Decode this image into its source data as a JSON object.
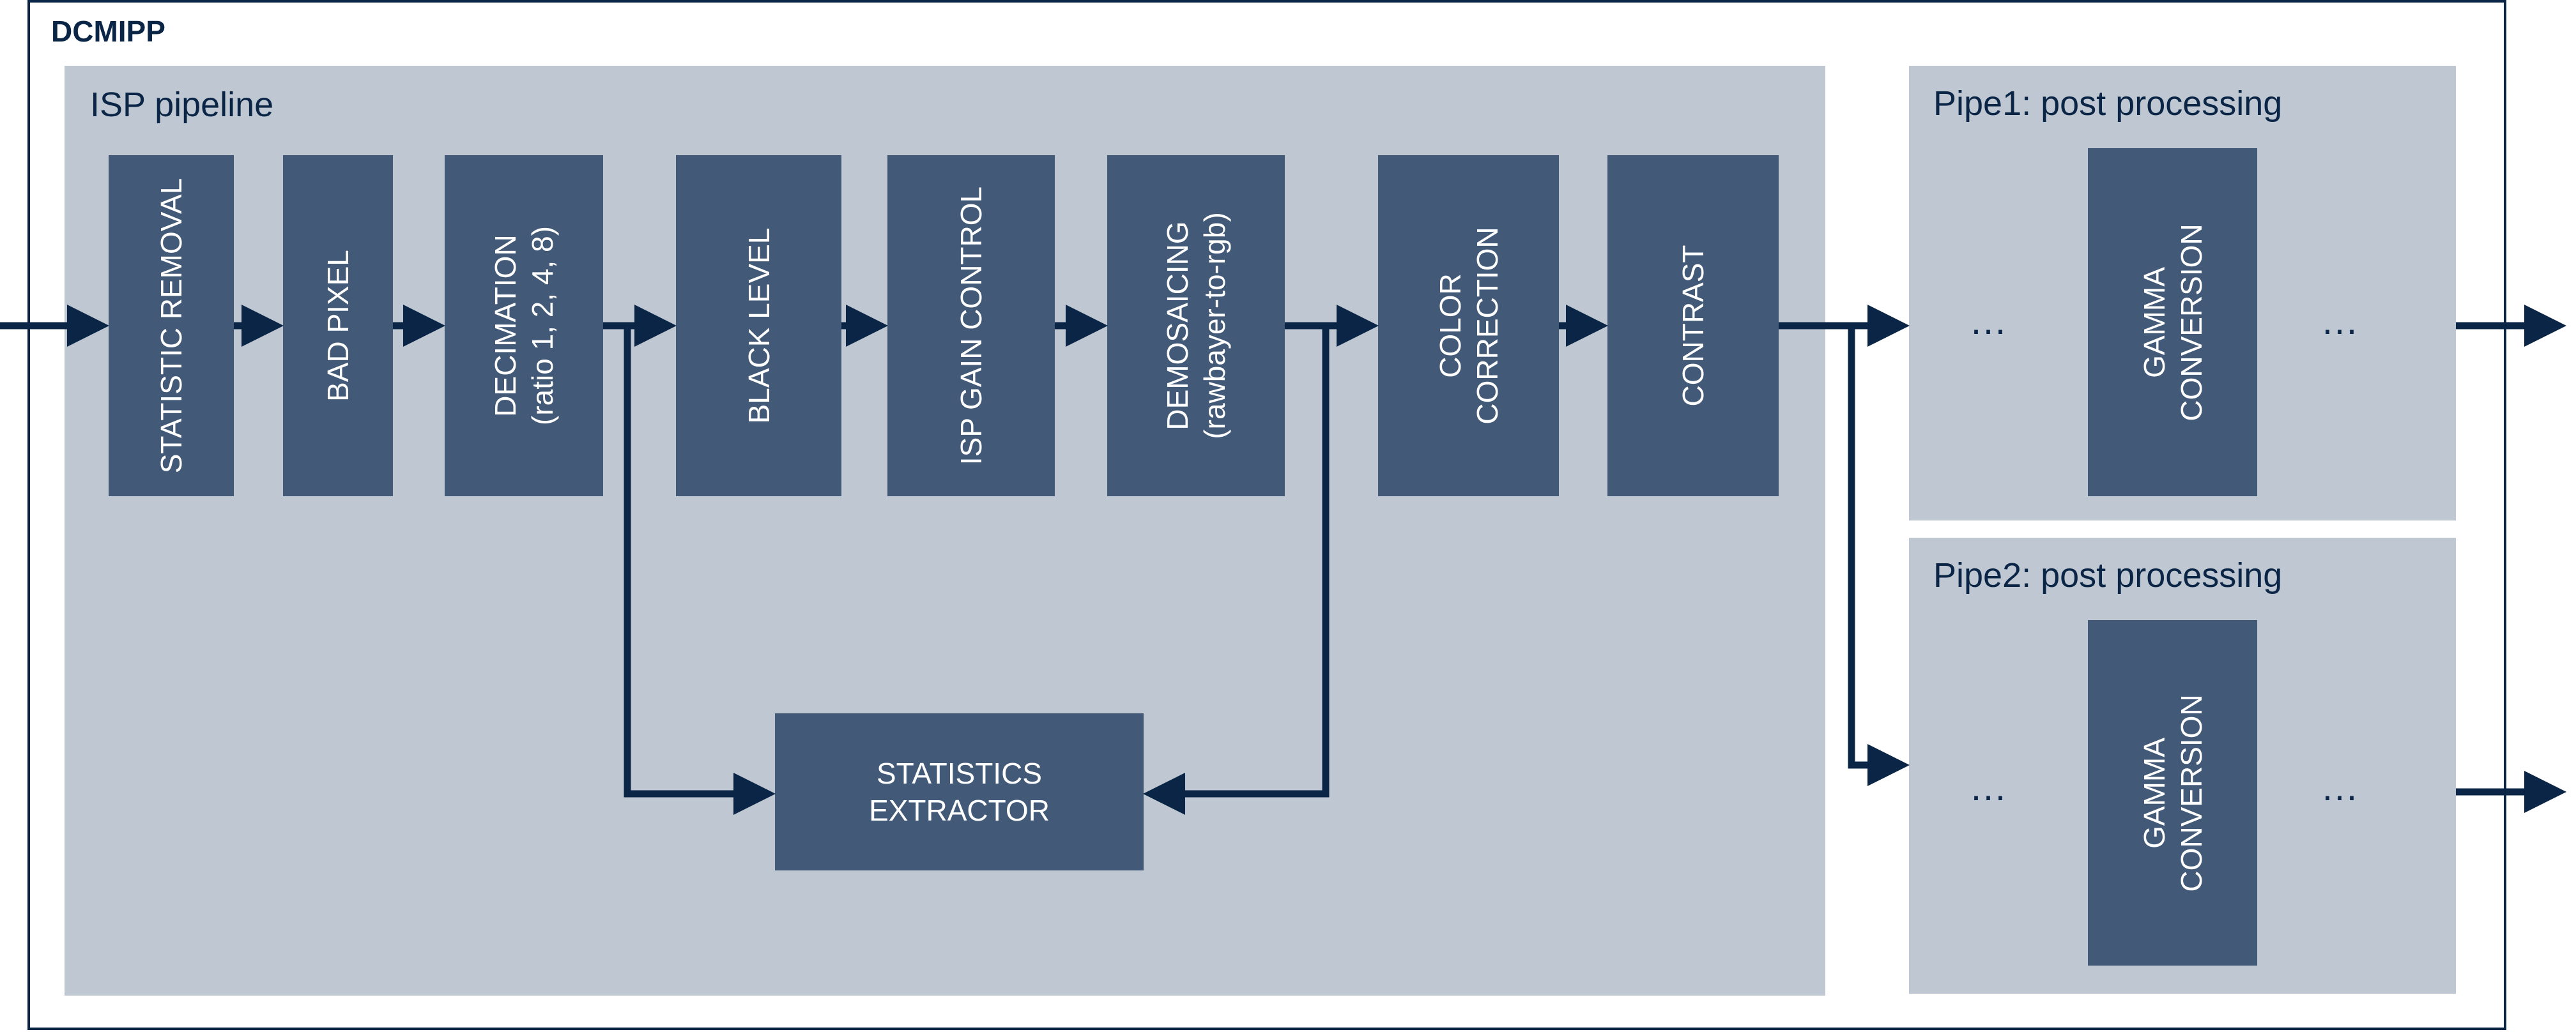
{
  "diagram": {
    "title": "DCMIPP",
    "isp_panel": {
      "title": "ISP pipeline"
    },
    "isp_blocks": [
      {
        "line1": "STATISTIC REMOVAL",
        "line2": ""
      },
      {
        "line1": "BAD PIXEL",
        "line2": ""
      },
      {
        "line1": "DECIMATION",
        "line2": "(ratio 1, 2, 4, 8)"
      },
      {
        "line1": "BLACK LEVEL",
        "line2": ""
      },
      {
        "line1": "ISP GAIN CONTROL",
        "line2": ""
      },
      {
        "line1": "DEMOSAICING",
        "line2": "(rawbayer-to-rgb)"
      },
      {
        "line1": "COLOR",
        "line2": "CORRECTION"
      },
      {
        "line1": "CONTRAST",
        "line2": ""
      }
    ],
    "stats_block": {
      "line1": "STATISTICS",
      "line2": "EXTRACTOR"
    },
    "pipe1": {
      "title": "Pipe1: post processing",
      "block_line1": "GAMMA",
      "block_line2": "CONVERSION",
      "dots_left": "…",
      "dots_right": "…"
    },
    "pipe2": {
      "title": "Pipe2: post processing",
      "block_line1": "GAMMA",
      "block_line2": "CONVERSION",
      "dots_left": "…",
      "dots_right": "…"
    }
  },
  "colors": {
    "frame": "#0a2546",
    "panel": "#bfc8d2",
    "block": "#425a78",
    "wire": "#0a2546"
  }
}
